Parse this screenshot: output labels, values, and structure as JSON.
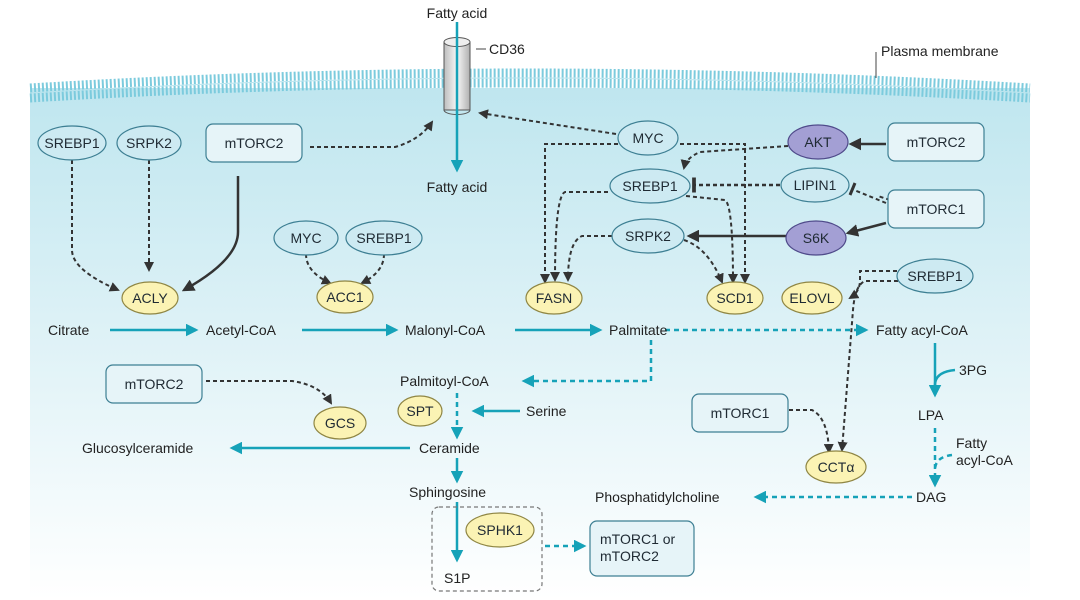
{
  "colors": {
    "accent": "#16a2b8",
    "dashed": "#333333",
    "pale_blue_node": "#cdeaf2",
    "yellow_node": "#fbf3b4",
    "purple_node": "#a39fd4",
    "membrane": "#86cfe0",
    "background_top": "#ffffff",
    "background_bottom": "#d8f0f6"
  },
  "membrane": {
    "transporter_label": "CD36",
    "membrane_label": "Plasma membrane",
    "fatty_acid_outside": "Fatty acid",
    "fatty_acid_inside": "Fatty acid"
  },
  "regulators": {
    "srebp1_top": "SREBP1",
    "srpk2_top": "SRPK2",
    "mtorc2_top": "mTORC2",
    "myc_top": "MYC",
    "akt": "AKT",
    "mtorc2_right": "mTORC2",
    "srebp1_mid": "SREBP1",
    "lipin1": "LIPIN1",
    "mtorc1_right": "mTORC1",
    "srpk2_mid": "SRPK2",
    "s6k": "S6K",
    "myc_acc": "MYC",
    "srebp1_acc": "SREBP1",
    "srebp1_elovl": "SREBP1",
    "mtorc2_gcs": "mTORC2",
    "mtorc1_ccta": "mTORC1",
    "mtorc_target": "mTORC1 or\nmTORC2"
  },
  "enzymes": {
    "acly": "ACLY",
    "acc1": "ACC1",
    "fasn": "FASN",
    "scd1": "SCD1",
    "elovl": "ELOVL",
    "gcs": "GCS",
    "spt": "SPT",
    "ccta": "CCTα",
    "sphk1": "SPHK1"
  },
  "metabolites": {
    "citrate": "Citrate",
    "acetyl_coa": "Acetyl-CoA",
    "malonyl_coa": "Malonyl-CoA",
    "palmitate": "Palmitate",
    "fatty_acyl_coa": "Fatty acyl-CoA",
    "palmitoyl_coa": "Palmitoyl-CoA",
    "serine": "Serine",
    "glucosylceramide": "Glucosylceramide",
    "ceramide": "Ceramide",
    "sphingosine": "Sphingosine",
    "s1p": "S1P",
    "three_pg": "3PG",
    "lpa": "LPA",
    "fatty_acyl_coa_side": "Fatty\nacyl-CoA",
    "dag": "DAG",
    "phosphatidylcholine": "Phosphatidylcholine"
  }
}
